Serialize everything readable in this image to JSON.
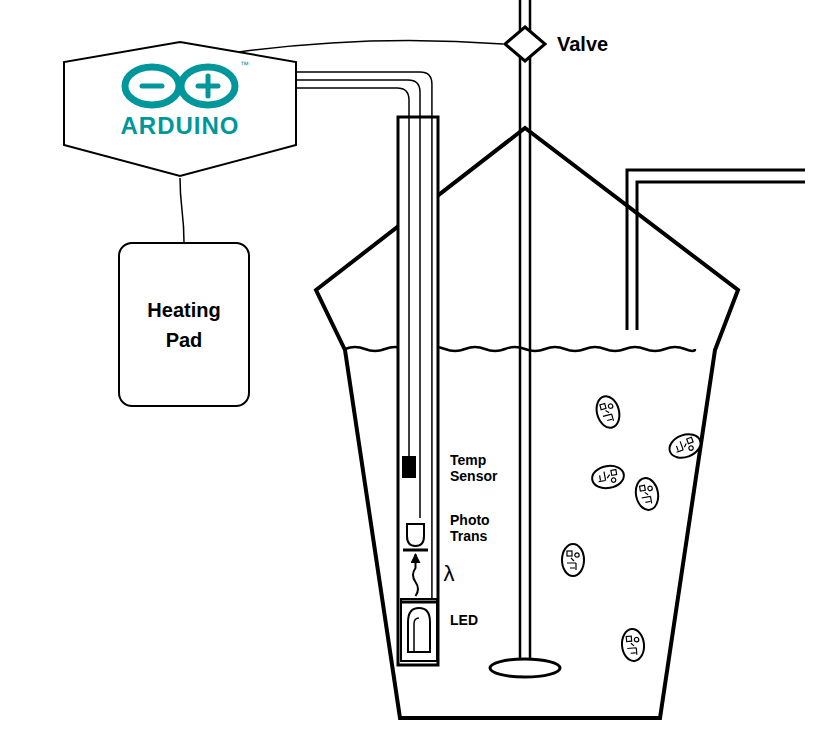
{
  "diagram": {
    "nodes": [
      {
        "text": [
          "ARDUINO"
        ]
      },
      {
        "text": [
          "Heating Pad"
        ]
      },
      {
        "text": [
          "Valve"
        ]
      },
      {
        "text": [
          "Temp Sensor"
        ]
      },
      {
        "text": [
          "Photo Trans"
        ]
      },
      {
        "text": [
          "LED"
        ]
      }
    ],
    "edges": [
      {
        "from": 0,
        "to": 1,
        "arrow": "none"
      },
      {
        "from": 0,
        "to": 2,
        "arrow": "none"
      },
      {
        "from": 0,
        "to": 5,
        "arrow": "none"
      },
      {
        "from": 0,
        "to": 4,
        "arrow": "none"
      },
      {
        "from": 0,
        "to": 3,
        "arrow": "none"
      },
      {
        "from": 5,
        "to": 4,
        "label": "λ",
        "arrow": "to"
      }
    ],
    "labels": [
      "™"
    ]
  }
}
